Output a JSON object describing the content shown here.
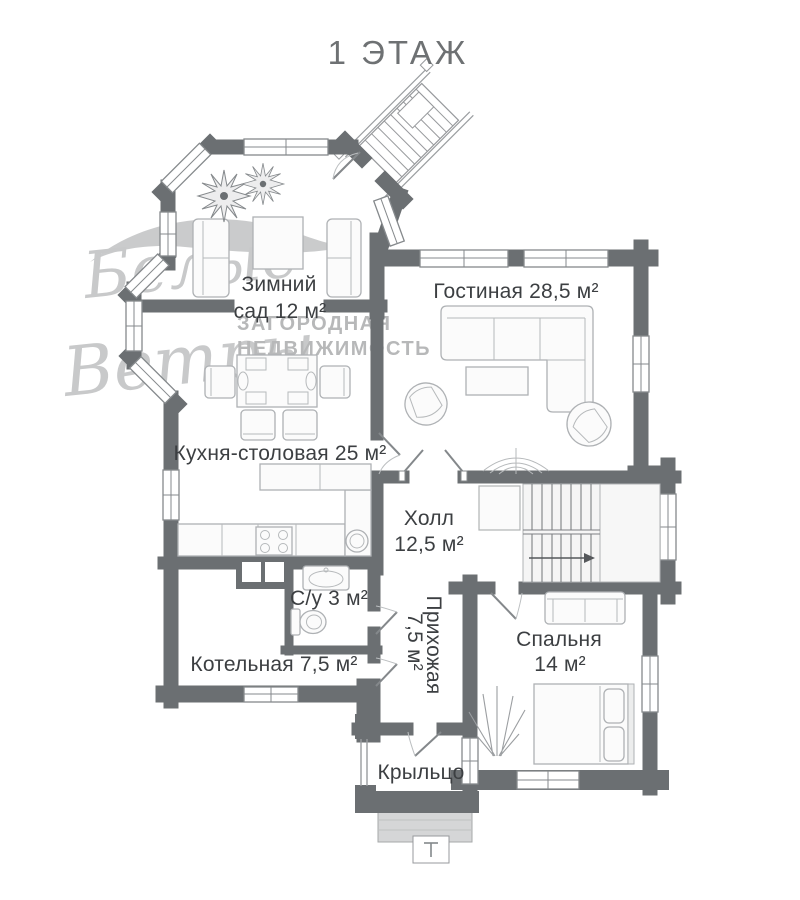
{
  "title": "1 ЭТАЖ",
  "watermark": {
    "script_line1": "Белые",
    "script_line2": "Ветры",
    "caps_line1": "ЗАГОРОДНАЯ",
    "caps_line2": "НЕДВИЖИМОСТЬ"
  },
  "rooms": {
    "winter_garden": {
      "line1": "Зимний",
      "line2": "сад 12 м²"
    },
    "living_room": {
      "label": "Гостиная 28,5 м²"
    },
    "kitchen_dining": {
      "label": "Кухня-столовая 25 м²"
    },
    "hall": {
      "line1": "Холл",
      "line2": "12,5 м²"
    },
    "bathroom": {
      "label": "С/у 3 м²"
    },
    "boiler_room": {
      "label": "Котельная 7,5 м²"
    },
    "entry_hall": {
      "line1": "Прихожая",
      "line2": "7,5 м²"
    },
    "bedroom": {
      "line1": "Спальня",
      "line2": "14 м²"
    },
    "porch": {
      "label": "Крыльцо"
    }
  },
  "colors": {
    "wall": "#6b6f72",
    "label_text": "#3c3f42",
    "title_text": "#6e7173",
    "watermark": "#c8c9ca"
  }
}
